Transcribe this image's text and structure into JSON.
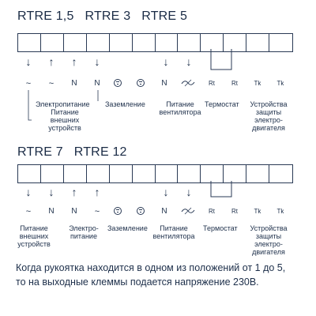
{
  "top": {
    "title": "RTRE 1,5   RTRE 3   RTRE 5",
    "arrows": [
      "↓",
      "↑",
      "↑",
      "↓",
      "",
      "",
      "↓",
      "↓",
      "",
      ""
    ],
    "symbols": [
      "~",
      "~",
      "N",
      "N",
      "ground",
      "ground",
      "N",
      "fan",
      "Rt",
      "Rt",
      "Tk",
      "Tk"
    ],
    "labels": {
      "power": "Электропитание",
      "power_ext_1": "Питание",
      "power_ext_2": "внешних",
      "power_ext_3": "устройств",
      "ground": "Заземление",
      "fan_1": "Питание",
      "fan_2": "вентилятора",
      "thermostat": "Термостат",
      "protect_1": "Устройства",
      "protect_2": "защиты",
      "protect_3": "электро-",
      "protect_4": "двигателя"
    }
  },
  "bottom": {
    "title": "RTRE 7   RTRE 12",
    "symbols": [
      "~",
      "N",
      "N",
      "~",
      "ground",
      "ground",
      "N",
      "fan",
      "Rt",
      "Rt",
      "Tk",
      "Tk"
    ],
    "labels": {
      "ext_1": "Питание",
      "ext_2": "внешних",
      "ext_3": "устройств",
      "power_1": "Электро-",
      "power_2": "питание",
      "ground": "Заземление",
      "fan_1": "Питание",
      "fan_2": "вентилятора",
      "thermostat": "Термостат",
      "protect_1": "Устройства",
      "protect_2": "защиты",
      "protect_3": "электро-",
      "protect_4": "двигателя"
    }
  },
  "note": "Когда рукоятка находится в одном из положений от 1 до 5, то на выходные клеммы подается напряжение 230В."
}
